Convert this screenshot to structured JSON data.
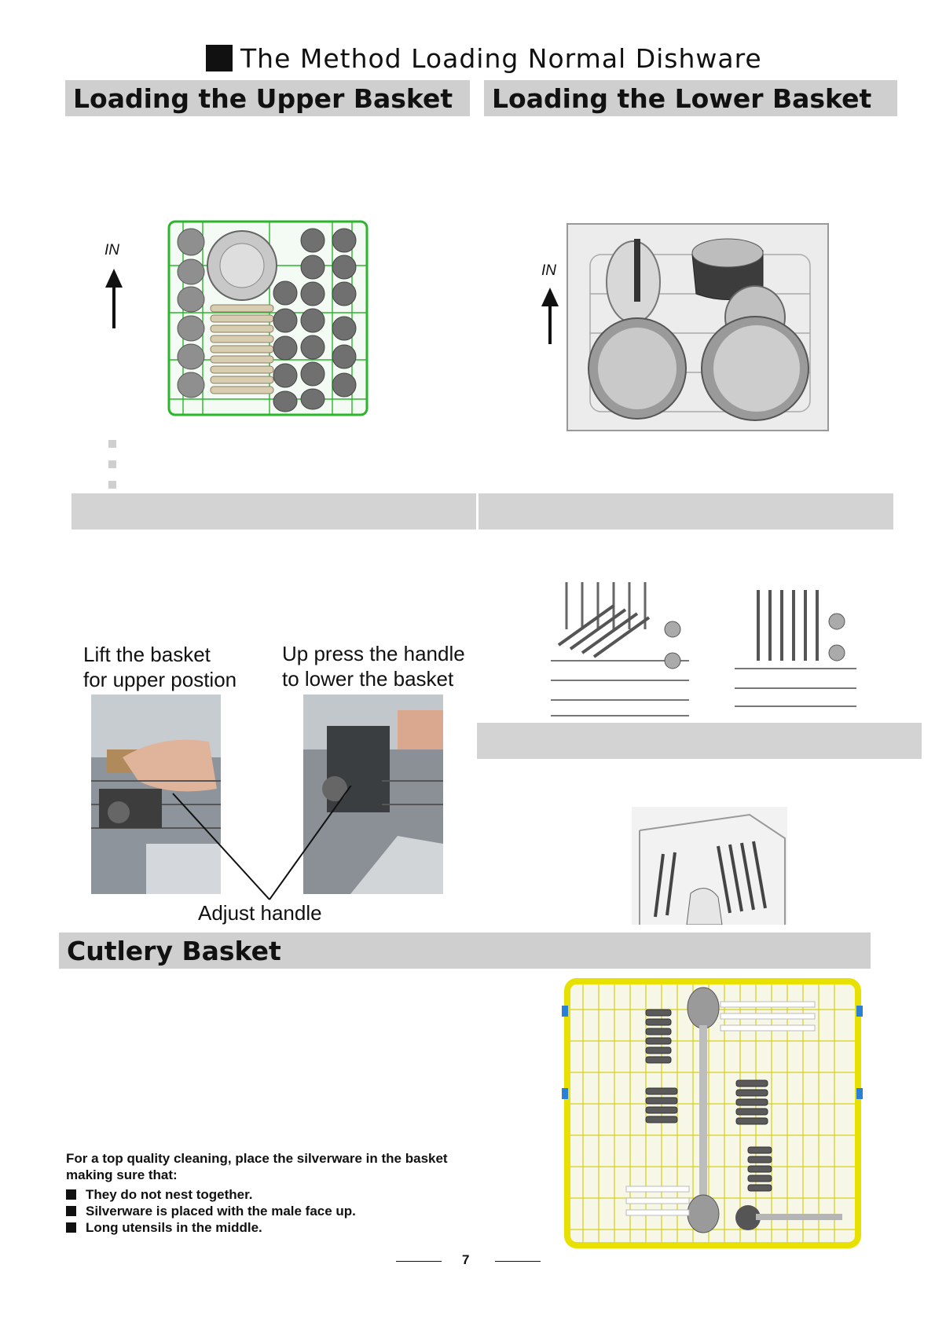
{
  "header": {
    "title": "The Method Loading Normal Dishware"
  },
  "upper_basket": {
    "heading": "Loading the Upper Basket",
    "direction_label": "IN"
  },
  "lower_basket": {
    "heading": "Loading the Lower Basket",
    "direction_label": "IN"
  },
  "adjust": {
    "lift_caption_line1": "Lift the basket",
    "lift_caption_line2": "for upper postion",
    "press_caption_line1": "Up press the handle",
    "press_caption_line2": "to lower the basket",
    "handle_label": "Adjust handle"
  },
  "cutlery": {
    "heading": "Cutlery Basket",
    "intro_line1": "For a  top quality cleaning, place the silverware in the basket",
    "intro_line2": "making sure that:",
    "bullets": [
      "They do not nest together.",
      "Silverware is placed  with the male face up.",
      "Long utensils in the middle."
    ]
  },
  "footer": {
    "page_number": "7"
  },
  "colors": {
    "section_bar": "#cfcfcf",
    "rack_green": "#2bb52b",
    "cutlery_yellow": "#e8e000"
  }
}
